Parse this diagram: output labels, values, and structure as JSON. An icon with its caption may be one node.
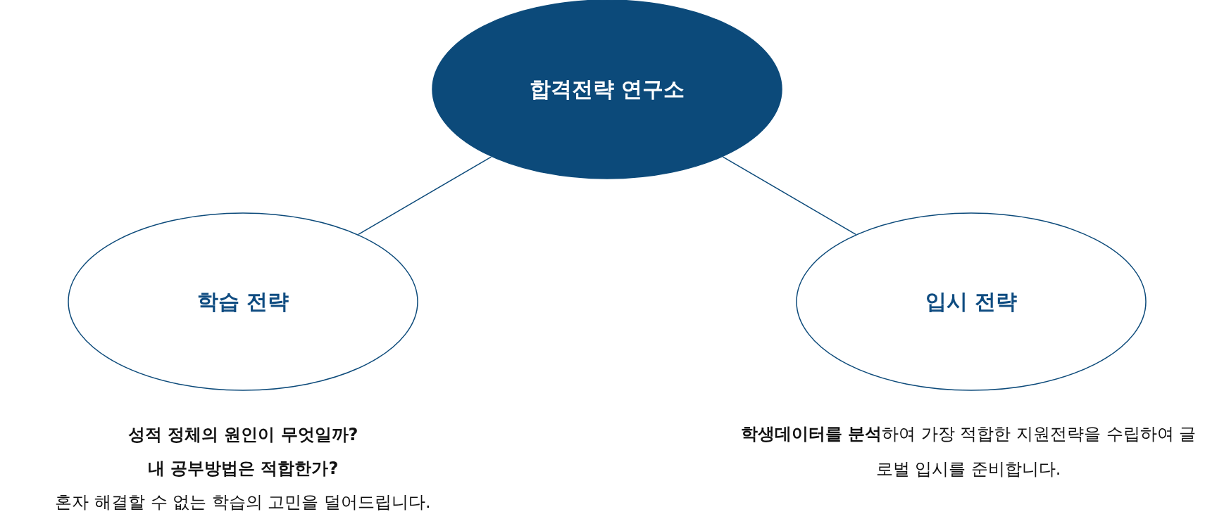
{
  "diagram": {
    "nodes": [
      {
        "text": [
          "합격전략 연구소"
        ]
      },
      {
        "text": [
          "학습 전략"
        ],
        "beside": [
          "성적 정체의 원인이 무엇일까?",
          "내 공부방법은 적합한가?",
          "혼자 해결할 수 없는 학습의 고민을 덜어드립니다."
        ]
      },
      {
        "text": [
          "입시 전략"
        ],
        "beside": [
          "**학생데이터를 분석**하여 가장 적합한 지원전략을 수립하여 글로벌 입시를 준비합니다."
        ]
      }
    ],
    "edges": [
      {
        "from": 0,
        "to": 1,
        "arrow": "none"
      },
      {
        "from": 0,
        "to": 2,
        "arrow": "none"
      }
    ]
  }
}
